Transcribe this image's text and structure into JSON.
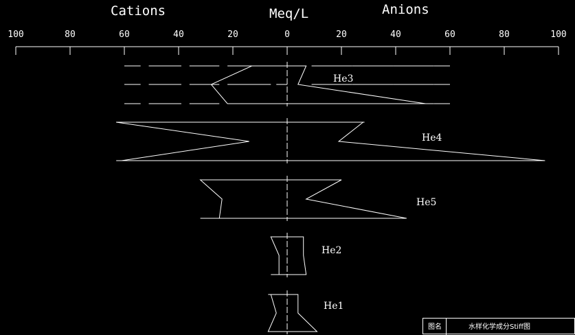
{
  "chart_data": {
    "type": "stiff",
    "header": {
      "left": "Cations",
      "center": "Meq/L",
      "right": "Anions"
    },
    "axis": {
      "ticks": [
        -100,
        -80,
        -60,
        -40,
        -20,
        0,
        20,
        40,
        60,
        80,
        100
      ],
      "tick_labels": [
        "100",
        "80",
        "60",
        "40",
        "20",
        "0",
        "20",
        "40",
        "60",
        "80",
        "100"
      ],
      "range": [
        -100,
        100
      ]
    },
    "series": [
      {
        "name": "He3",
        "cations": [
          13,
          28,
          22
        ],
        "anions": [
          7,
          4,
          51
        ]
      },
      {
        "name": "He4",
        "cations": [
          63,
          14,
          61
        ],
        "anions": [
          28,
          19,
          95
        ]
      },
      {
        "name": "He5",
        "cations": [
          32,
          24,
          25
        ],
        "anions": [
          20,
          7,
          44
        ]
      },
      {
        "name": "He2",
        "cations": [
          6,
          3,
          3
        ],
        "anions": [
          6,
          6,
          7
        ]
      },
      {
        "name": "He1",
        "cations": [
          6,
          4,
          7
        ],
        "anions": [
          4,
          4,
          11
        ]
      }
    ]
  },
  "title_block": {
    "label": "图名",
    "value": "水样化学成分Stiff图"
  }
}
